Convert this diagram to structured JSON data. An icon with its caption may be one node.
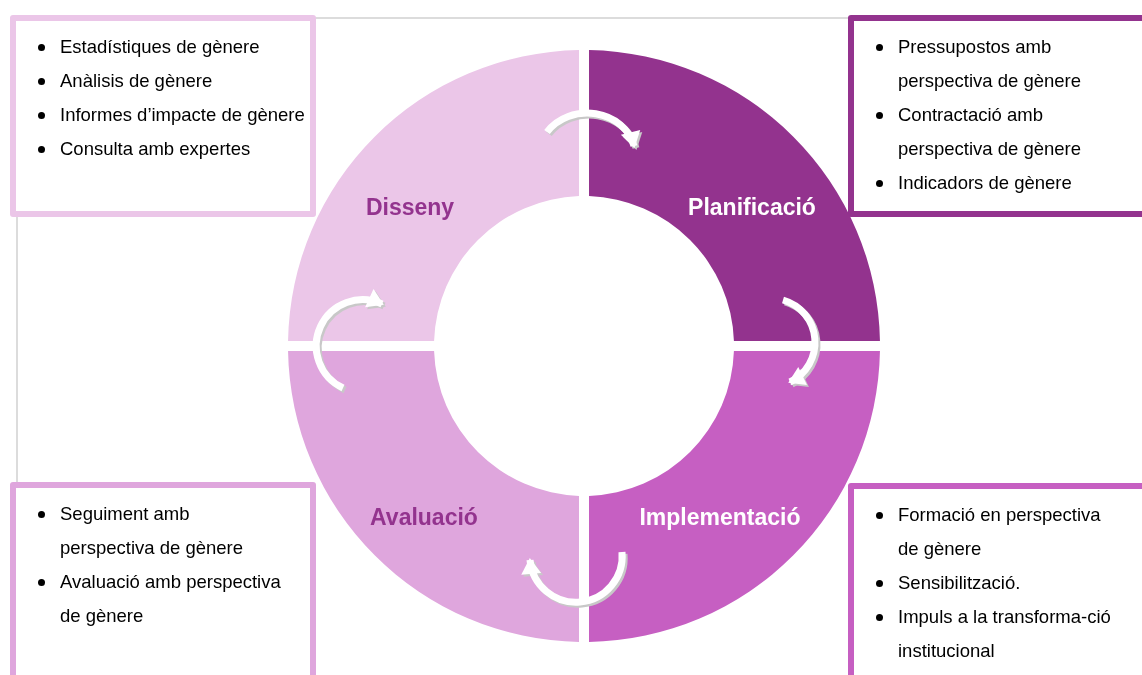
{
  "diagram": {
    "nodes": [
      {
        "text": [
          "Estadístiques de gènere",
          "Anàlisis de gènere",
          "Informes d’impacte de gènere",
          "Consulta amb expertes"
        ]
      },
      {
        "text": [
          "Pressupostos amb perspectiva de gènere",
          "Contractació amb perspectiva de gènere",
          "Indicadors de gènere"
        ]
      },
      {
        "text": [
          "Disseny"
        ]
      },
      {
        "text": [
          "Planificació"
        ]
      },
      {
        "text": [
          "Avaluació"
        ]
      },
      {
        "text": [
          "Implementació"
        ]
      },
      {
        "text": [
          "Seguiment amb perspectiva de gènere",
          "Avaluació amb perspectiva de gènere"
        ]
      },
      {
        "text": [
          "Formació en perspectiva de gènere",
          "Sensibilització.",
          "Impuls a la transforma-ció institucional"
        ]
      }
    ],
    "edges": [
      {
        "from": 2,
        "to": 3,
        "arrow": "to"
      },
      {
        "from": 3,
        "to": 5,
        "arrow": "to"
      },
      {
        "from": 5,
        "to": 4,
        "arrow": "to"
      },
      {
        "from": 4,
        "to": 2,
        "arrow": "to"
      }
    ]
  }
}
